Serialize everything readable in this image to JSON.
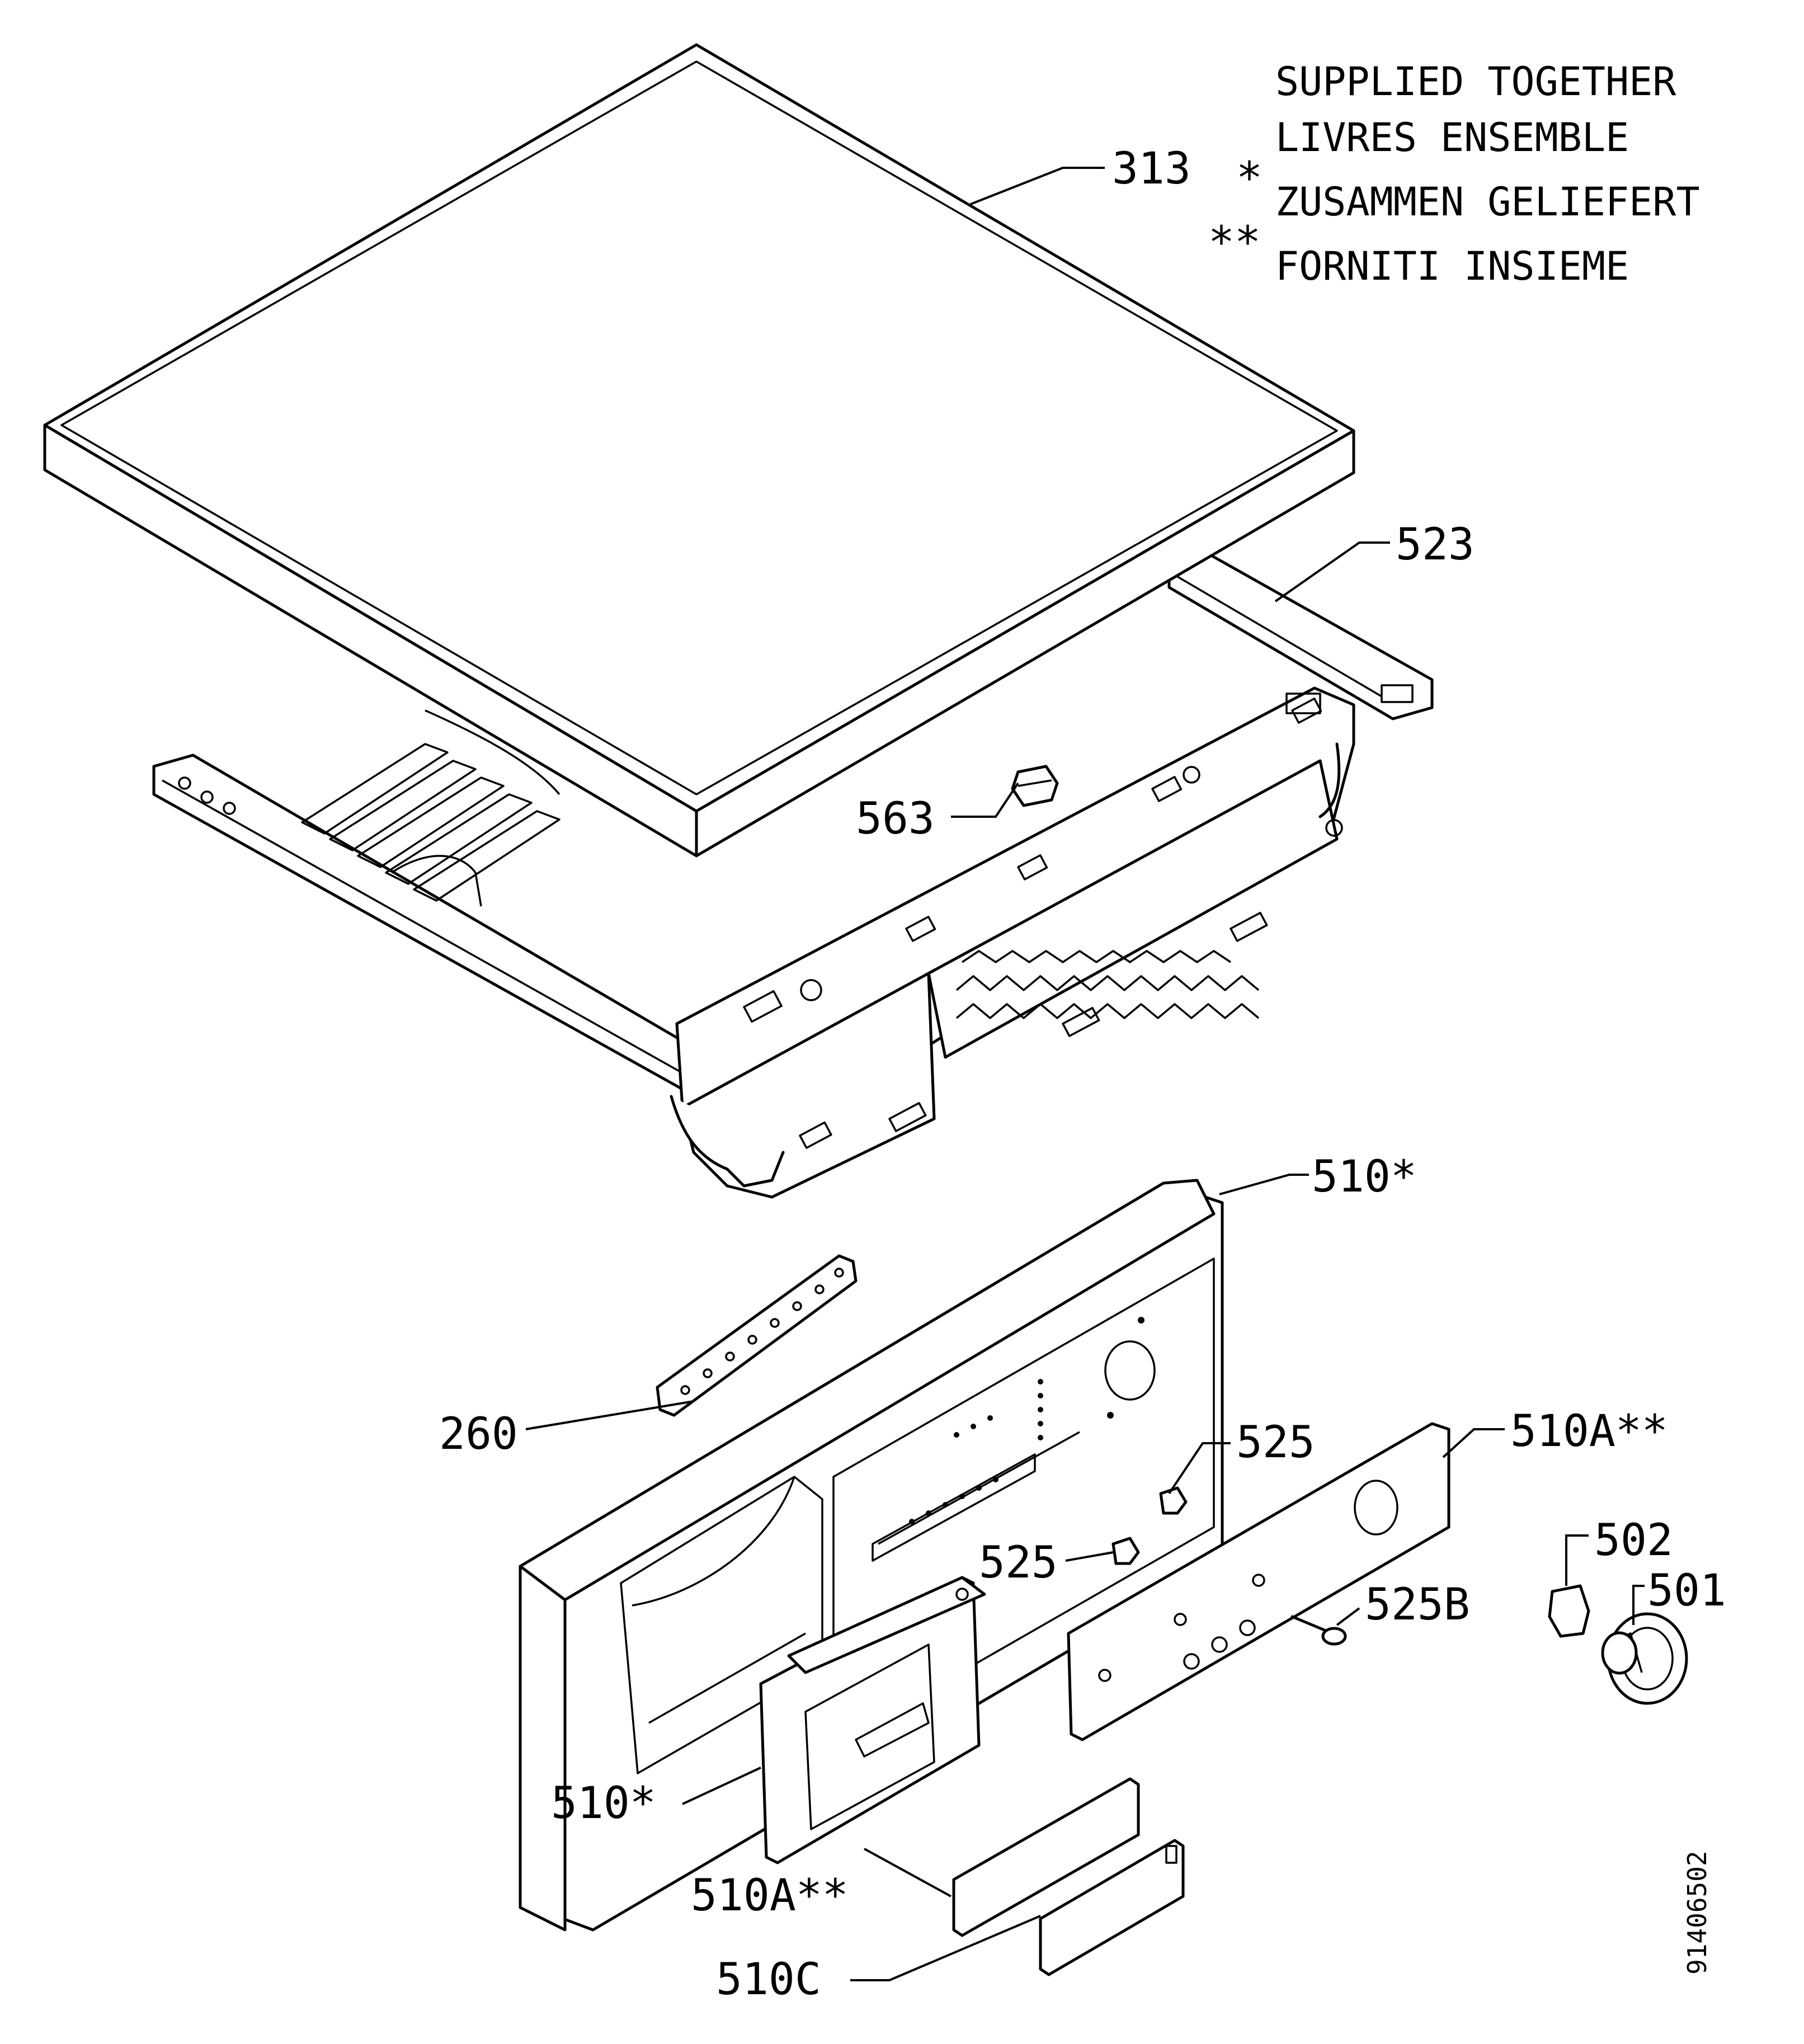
{
  "notes": {
    "line1": "SUPPLIED TOGETHER",
    "line2": "LIVRES ENSEMBLE",
    "line3": "ZUSAMMEN GELIEFERT",
    "line4": "FORNITI INSIEME",
    "marker_single": "*",
    "marker_double": "**"
  },
  "callouts": {
    "c313": "313",
    "c523": "523",
    "c563": "563",
    "c510_top": "510*",
    "c260": "260",
    "c525_a": "525",
    "c525_b": "525",
    "c510A_right": "510A**",
    "c502": "502",
    "c501": "501",
    "c525B": "525B",
    "c510_left": "510*",
    "c510A_bottom": "510A**",
    "c510C": "510C"
  },
  "drawing_number": "91406502"
}
